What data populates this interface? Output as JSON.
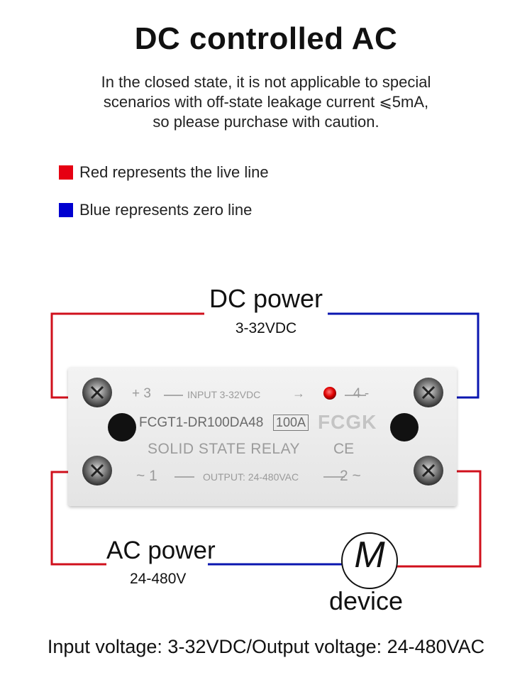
{
  "title": "DC controlled AC",
  "note": {
    "line1": "In the closed state, it is not applicable to special",
    "line2": "scenarios with off-state leakage current ⩽5mA,",
    "line3": "so please purchase with caution."
  },
  "legend": {
    "red": {
      "label": "Red represents the live line",
      "color": "#e60012"
    },
    "blue": {
      "label": "Blue represents zero line",
      "color": "#0000d0"
    }
  },
  "dc_power": {
    "title": "DC power",
    "range": "3-32VDC"
  },
  "relay": {
    "input_pos": "+ 3",
    "input_label": "INPUT  3-32VDC",
    "input_arrow": "→",
    "input_neg": "4 -",
    "model": "FCGT1-DR100DA48",
    "rating": "100A",
    "brand": "FCGK",
    "type": "SOLID STATE RELAY",
    "ce": "CE",
    "output_left": "~ 1",
    "output_label": "OUTPUT: 24-480VAC",
    "output_right": "2 ~"
  },
  "ac_power": {
    "title": "AC power",
    "range": "24-480V"
  },
  "device": {
    "symbol": "M",
    "label": "device"
  },
  "footer": "Input voltage: 3-32VDC/Output voltage: 24-480VAC",
  "colors": {
    "live": "#d0101c",
    "neutral": "#0a16b0",
    "relay_body": "#ececec",
    "led": "#e00000"
  }
}
